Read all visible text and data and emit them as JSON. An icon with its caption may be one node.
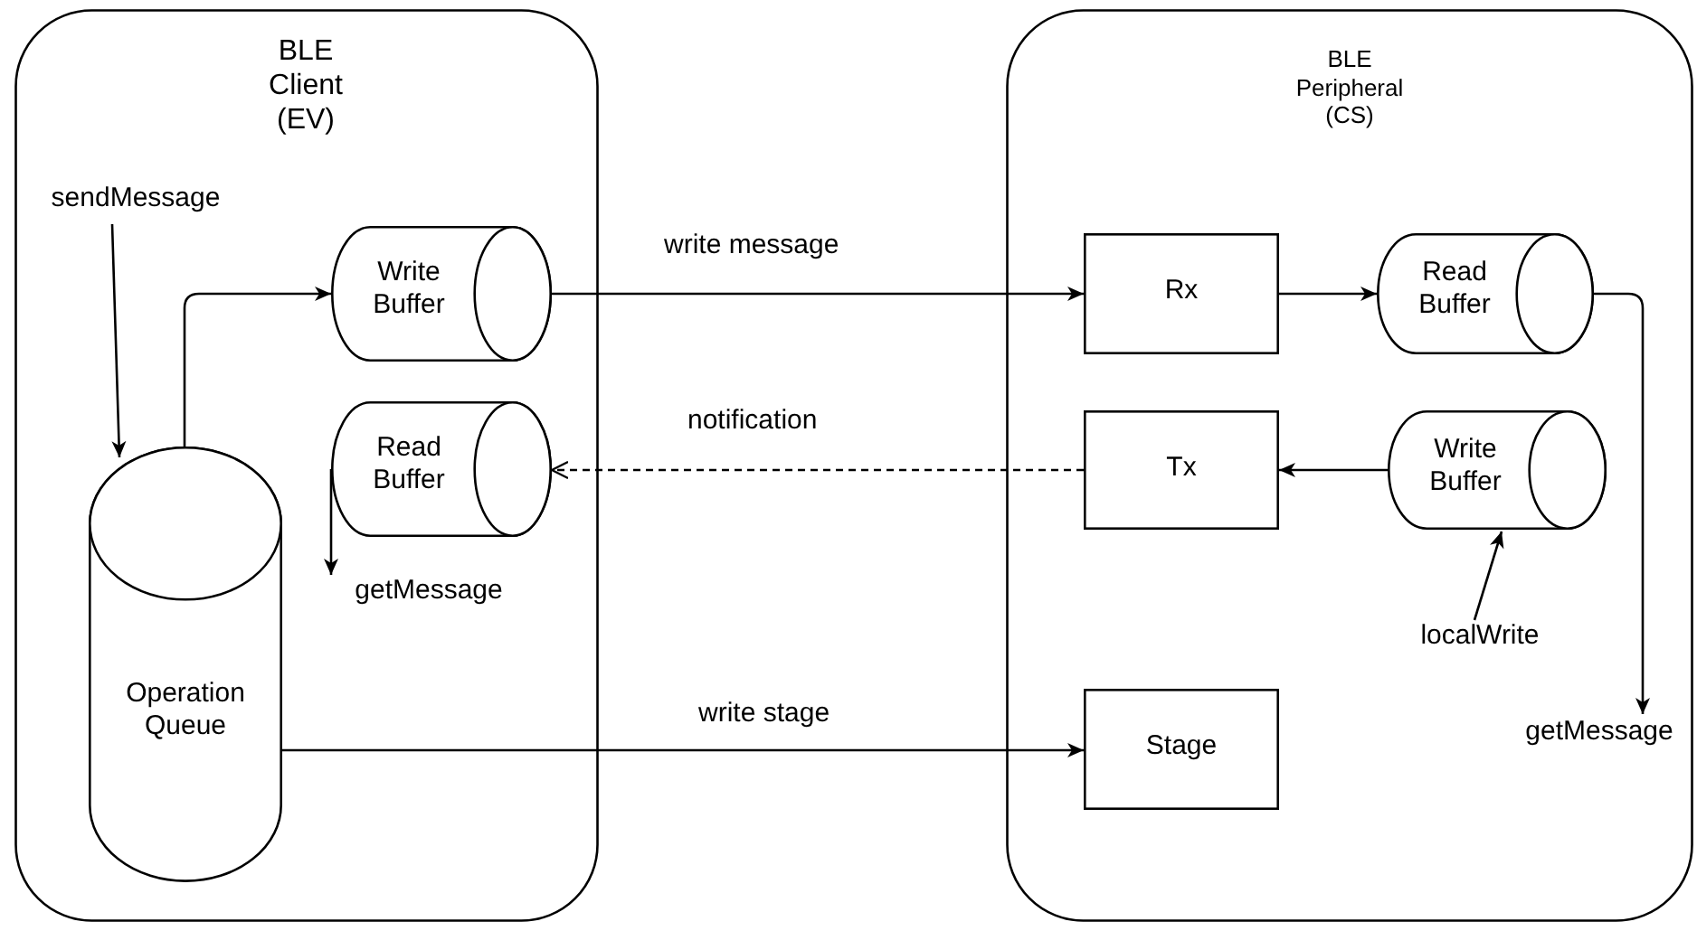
{
  "diagram": {
    "nodes": [
      {
        "text": [
          "BLE Client (EV)"
        ]
      },
      {
        "text": [
          "sendMessage"
        ],
        "in": 0
      },
      {
        "text": [
          "Write Buffer"
        ],
        "in": 0
      },
      {
        "text": [
          "Read Buffer"
        ],
        "in": 0
      },
      {
        "text": [
          "getMessage"
        ],
        "in": 0
      },
      {
        "text": [
          "Operation Queue"
        ],
        "in": 0
      },
      {
        "text": [
          "BLE Peripheral (CS)"
        ]
      },
      {
        "text": [
          "Rx"
        ],
        "in": 6
      },
      {
        "text": [
          "Read Buffer"
        ],
        "in": 6
      },
      {
        "text": [
          "Tx"
        ],
        "in": 6
      },
      {
        "text": [
          "Write Buffer"
        ],
        "in": 6
      },
      {
        "text": [
          "localWrite"
        ],
        "in": 6
      },
      {
        "text": [
          "Stage"
        ],
        "in": 6
      },
      {
        "text": [
          "getMessage"
        ],
        "in": 6
      }
    ],
    "edges": [
      {
        "from": 1,
        "to": 5,
        "arrow": "to"
      },
      {
        "from": 5,
        "to": 2,
        "arrow": "to"
      },
      {
        "from": 2,
        "to": 7,
        "arrow": "to",
        "label": "write message"
      },
      {
        "from": 9,
        "to": 3,
        "arrow": "to",
        "label": "notification",
        "style": "dashed"
      },
      {
        "from": 3,
        "to": 4,
        "arrow": "to"
      },
      {
        "from": 5,
        "to": 12,
        "arrow": "to",
        "label": "write stage"
      },
      {
        "from": 7,
        "to": 8,
        "arrow": "to"
      },
      {
        "from": 10,
        "to": 9,
        "arrow": "to"
      },
      {
        "from": 8,
        "to": 13,
        "arrow": "to"
      },
      {
        "from": 11,
        "to": 10,
        "arrow": "to"
      }
    ]
  }
}
